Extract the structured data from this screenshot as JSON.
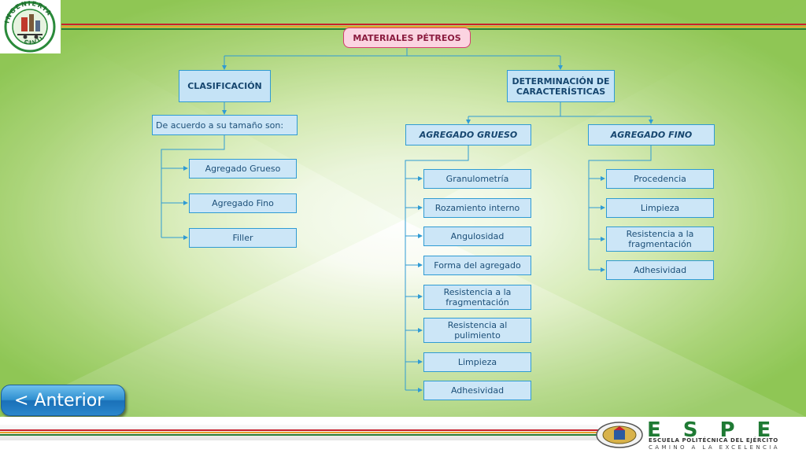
{
  "root": "MATERIALES PÉTREOS",
  "left": {
    "title": "CLASIFICACIÓN",
    "subtitle": "De acuerdo a su tamaño son:",
    "items": [
      "Agregado Grueso",
      "Agregado Fino",
      "Filler"
    ]
  },
  "right": {
    "title": "DETERMINACIÓN DE CARACTERÍSTICAS",
    "grueso": {
      "title": "AGREGADO GRUESO",
      "items": [
        "Granulometría",
        "Rozamiento interno",
        "Angulosidad",
        "Forma del agregado",
        "Resistencia a la fragmentación",
        "Resistencia al pulimiento",
        "Limpieza",
        "Adhesividad"
      ]
    },
    "fino": {
      "title": "AGREGADO FINO",
      "items": [
        "Procedencia",
        "Limpieza",
        "Resistencia a la fragmentación",
        "Adhesividad"
      ]
    }
  },
  "logo": {
    "top_text": "INGENIERIA",
    "bottom_text": "CIVIL",
    "small_text": "ESPE"
  },
  "nav": {
    "back_label": "< Anterior"
  },
  "footer": {
    "brand": "ESPE",
    "line1": "ESCUELA POLITÉCNICA DEL EJÉRCITO",
    "line2": "CAMINO A LA EXCELENCIA"
  },
  "colors": {
    "box_fill": "#cce6f7",
    "box_border": "#2f9bd3",
    "root_fill": "#fbd4e1",
    "root_border": "#d43c6f",
    "brand_green": "#1f7a34",
    "header_red": "#c8202d"
  }
}
